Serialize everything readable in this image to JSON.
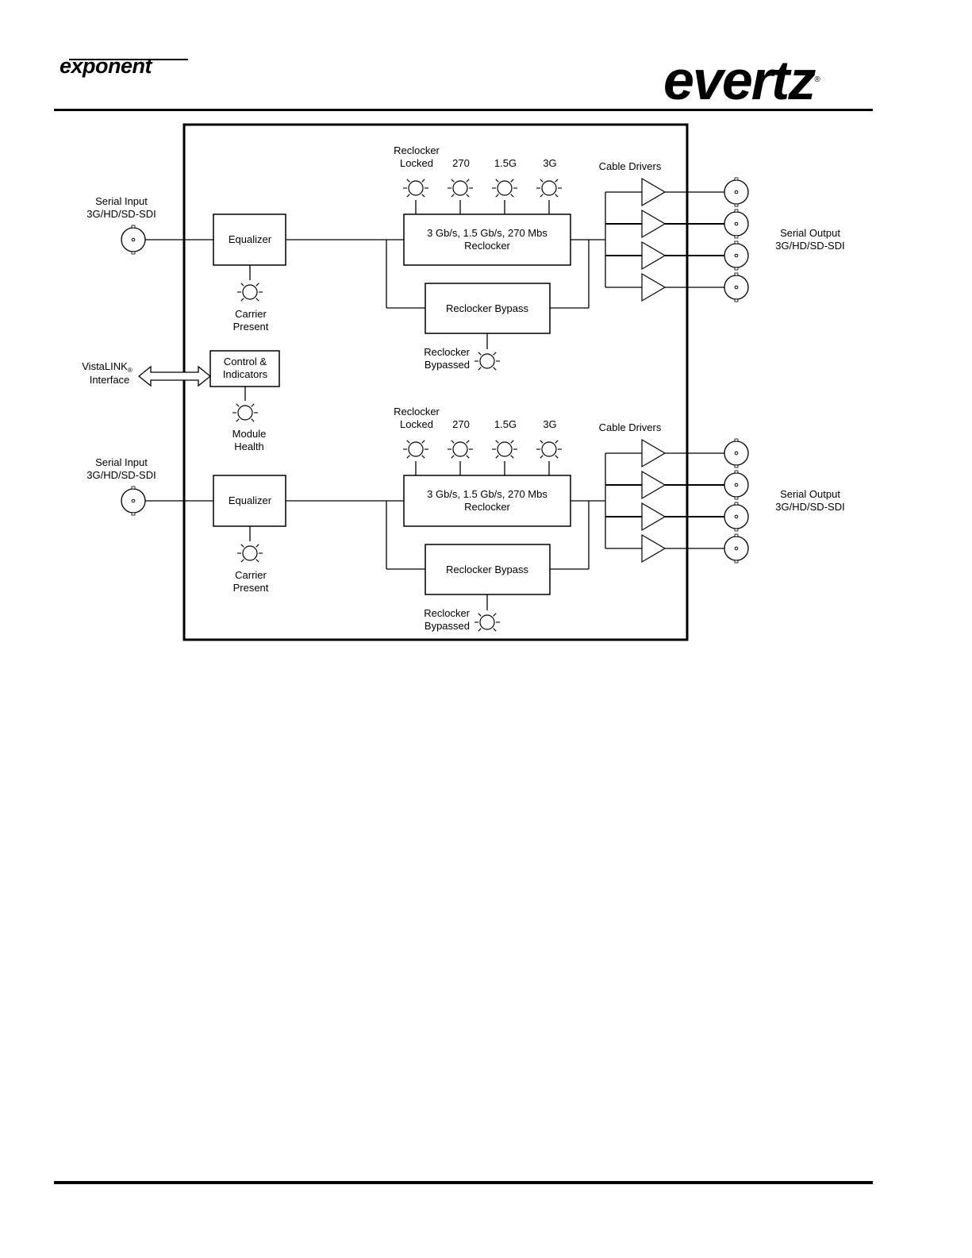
{
  "header": {
    "left_logo": "exponent",
    "right_logo": "evertz",
    "right_logo_mark": "®"
  },
  "diagram": {
    "channels": [
      {
        "input_label": [
          "Serial Input",
          "3G/HD/SD-SDI"
        ],
        "equalizer": "Equalizer",
        "carrier_led": [
          "Carrier",
          "Present"
        ],
        "reclocker": [
          "3 Gb/s, 1.5 Gb/s, 270 Mbs",
          "Reclocker"
        ],
        "reclocker_leds": [
          [
            "Reclocker",
            "Locked"
          ],
          [
            "",
            "270"
          ],
          [
            "",
            "1.5G"
          ],
          [
            "",
            "3G"
          ]
        ],
        "bypass": "Reclocker Bypass",
        "bypass_led": [
          "Reclocker",
          "Bypassed"
        ],
        "drivers_label": "Cable Drivers",
        "driver_count": 4,
        "output_label": [
          "Serial Output",
          "3G/HD/SD-SDI"
        ]
      },
      {
        "input_label": [
          "Serial Input",
          "3G/HD/SD-SDI"
        ],
        "equalizer": "Equalizer",
        "carrier_led": [
          "Carrier",
          "Present"
        ],
        "reclocker": [
          "3 Gb/s, 1.5 Gb/s, 270 Mbs",
          "Reclocker"
        ],
        "reclocker_leds": [
          [
            "Reclocker",
            "Locked"
          ],
          [
            "",
            "270"
          ],
          [
            "",
            "1.5G"
          ],
          [
            "",
            "3G"
          ]
        ],
        "bypass": "Reclocker Bypass",
        "bypass_led": [
          "Reclocker",
          "Bypassed"
        ],
        "drivers_label": "Cable Drivers",
        "driver_count": 4,
        "output_label": [
          "Serial Output",
          "3G/HD/SD-SDI"
        ]
      }
    ],
    "control": {
      "box": [
        "Control &",
        "Indicators"
      ],
      "interface_label": [
        "VistaLINK",
        "Interface"
      ],
      "interface_mark": "®",
      "health_led": [
        "Module",
        "Health"
      ]
    }
  }
}
